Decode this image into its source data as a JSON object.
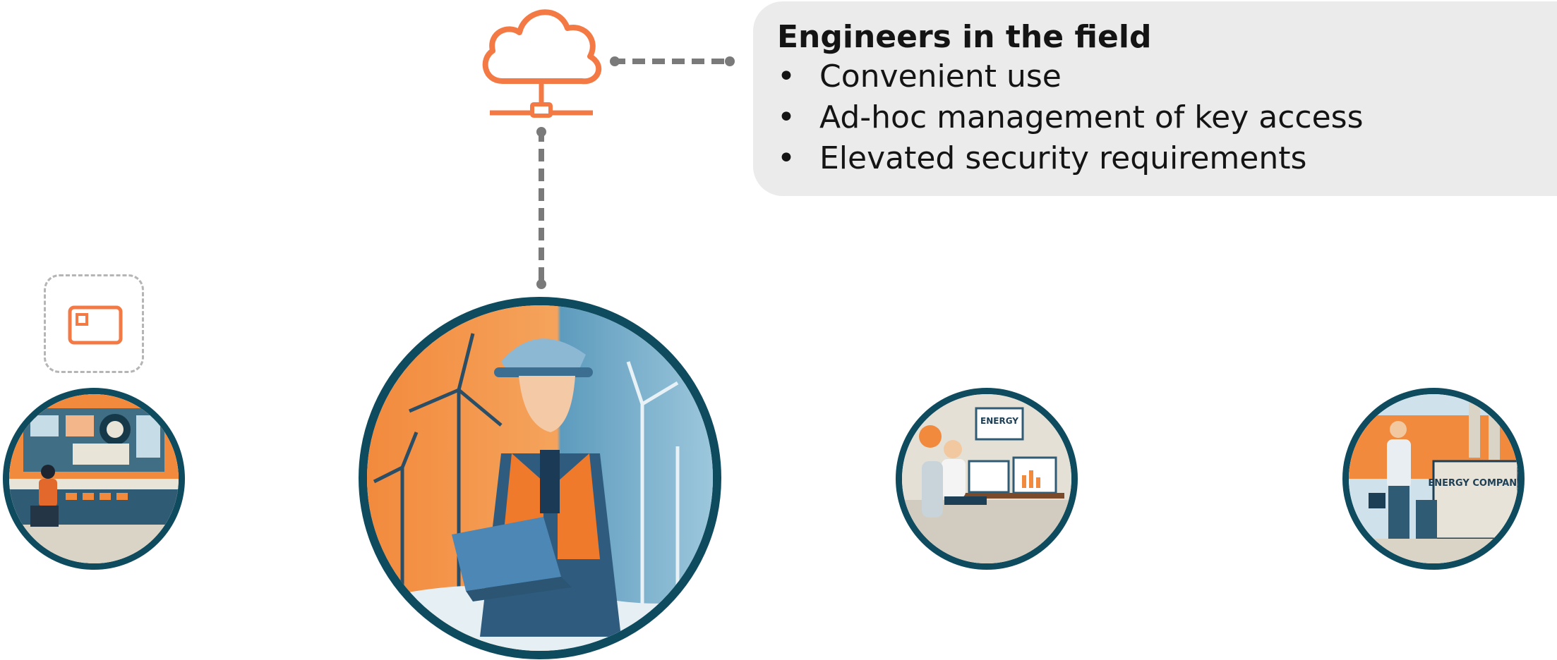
{
  "callout": {
    "title": "Engineers in the field",
    "items": [
      {
        "bullet": "•",
        "text": "Convenient use"
      },
      {
        "bullet": "•",
        "text": "Ad-hoc management of key access"
      },
      {
        "bullet": "•",
        "text": "Elevated security requirements"
      }
    ]
  },
  "icons": {
    "cloud": "cloud-network-icon",
    "card": "key-card-icon"
  },
  "colors": {
    "accent": "#f47a45",
    "ring": "#0f4b5e",
    "connector": "#7a7a7a",
    "callout_bg": "#ebebeb"
  },
  "illustrations": [
    {
      "name": "control-room-operator",
      "text": ""
    },
    {
      "name": "field-engineer-wind-turbines",
      "text": ""
    },
    {
      "name": "home-office-worker",
      "text": "ENERGY"
    },
    {
      "name": "energy-company-visitor",
      "text": "ENERGY COMPANY"
    }
  ]
}
